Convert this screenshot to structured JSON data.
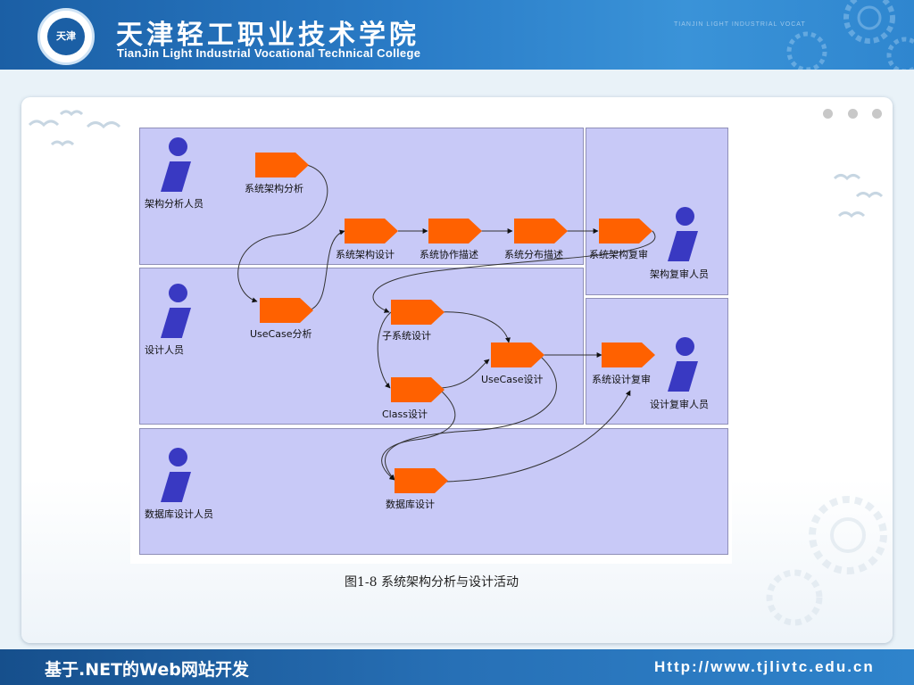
{
  "header": {
    "logo_text": "天津",
    "title_cn": "天津轻工职业技术学院",
    "title_en": "TianJin Light Industrial Vocational Technical College",
    "motto": "TIANJIN LIGHT INDUSTRIAL VOCAT"
  },
  "diagram": {
    "actors": {
      "arch_analyst": "架构分析人员",
      "designer": "设计人员",
      "db_designer": "数据库设计人员",
      "arch_reviewer": "架构复审人员",
      "design_reviewer": "设计复审人员"
    },
    "activities": {
      "arch_analysis": "系统架构分析",
      "usecase_analysis": "UseCase分析",
      "arch_design": "系统架构设计",
      "collab_desc": "系统协作描述",
      "distrib_desc": "系统分布描述",
      "arch_review": "系统架构复审",
      "subsystem_design": "子系统设计",
      "usecase_design": "UseCase设计",
      "class_design": "Class设计",
      "design_review": "系统设计复审",
      "db_design": "数据库设计"
    },
    "colors": {
      "lane": "#c8c9f7",
      "activity": "#ff6100",
      "actor": "#3939c2"
    }
  },
  "caption": "图1-8  系统架构分析与设计活动",
  "footer": {
    "left": "基于.NET的Web网站开发",
    "right": "Http://www.tjlivtc.edu.cn"
  }
}
